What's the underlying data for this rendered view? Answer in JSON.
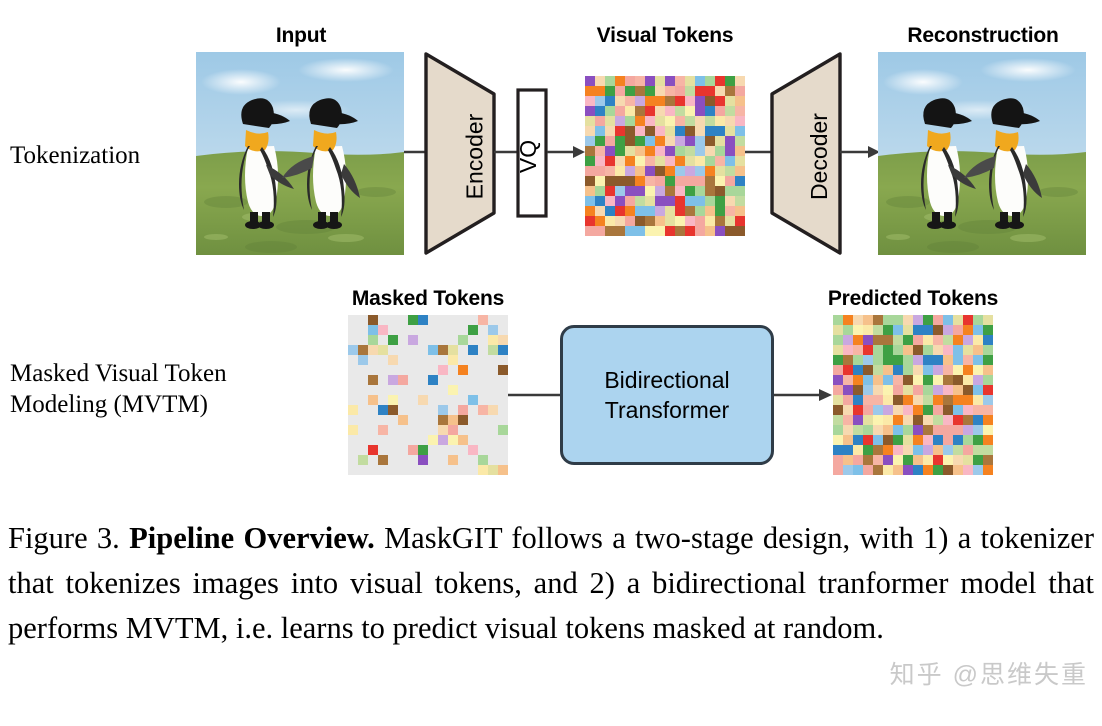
{
  "figure": {
    "number": "Figure 3.",
    "bold_title": "Pipeline Overview.",
    "caption_rest": " MaskGIT follows a two-stage design, with 1) a tokenizer that tokenizes images into visual tokens, and 2) a bidirectional tranformer model that performs MVTM, i.e. learns to predict visual tokens masked at random."
  },
  "rows": {
    "tokenization": {
      "label": "Tokenization"
    },
    "mvtm": {
      "label": "Masked Visual Token\nModeling (MVTM)"
    }
  },
  "labels": {
    "input": "Input",
    "visual_tokens": "Visual Tokens",
    "reconstruction": "Reconstruction",
    "masked_tokens": "Masked Tokens",
    "predicted_tokens": "Predicted Tokens"
  },
  "blocks": {
    "encoder": "Encoder",
    "vq": "VQ",
    "decoder": "Decoder",
    "transformer": "Bidirectional\nTransformer"
  },
  "watermark": "知乎 @思维失重",
  "colors": {
    "encoder_fill": "#E5DACB",
    "decoder_fill": "#E5DACB",
    "shape_stroke": "#231F20",
    "vq_fill": "#FFFFFF",
    "transformer_fill": "#ACD4EF",
    "transformer_stroke": "#2F3C48",
    "arrow": "#3A3A3A",
    "mask_cell": "#E9E9E9"
  },
  "token_palette": [
    "#F6C18B",
    "#F7D9B0",
    "#FBE9A8",
    "#F4A8A0",
    "#E8352E",
    "#2E82C4",
    "#9CC9EA",
    "#A9763C",
    "#8B5A2B",
    "#3EA044",
    "#A8D79A",
    "#8A4FC0",
    "#C9A8E0",
    "#F58220",
    "#F9B7C4",
    "#FBF3B0",
    "#C2DCA0",
    "#E5E0A0",
    "#F7B5A5",
    "#7EC0E8"
  ],
  "chart_data": {
    "type": "heatmap",
    "title": "Visual token grids",
    "grid_size": [
      16,
      16
    ],
    "grids": [
      {
        "name": "Visual Tokens",
        "masked_fraction": 0.0
      },
      {
        "name": "Masked Tokens",
        "masked_fraction": 0.72
      },
      {
        "name": "Predicted Tokens",
        "masked_fraction": 0.0
      }
    ]
  }
}
